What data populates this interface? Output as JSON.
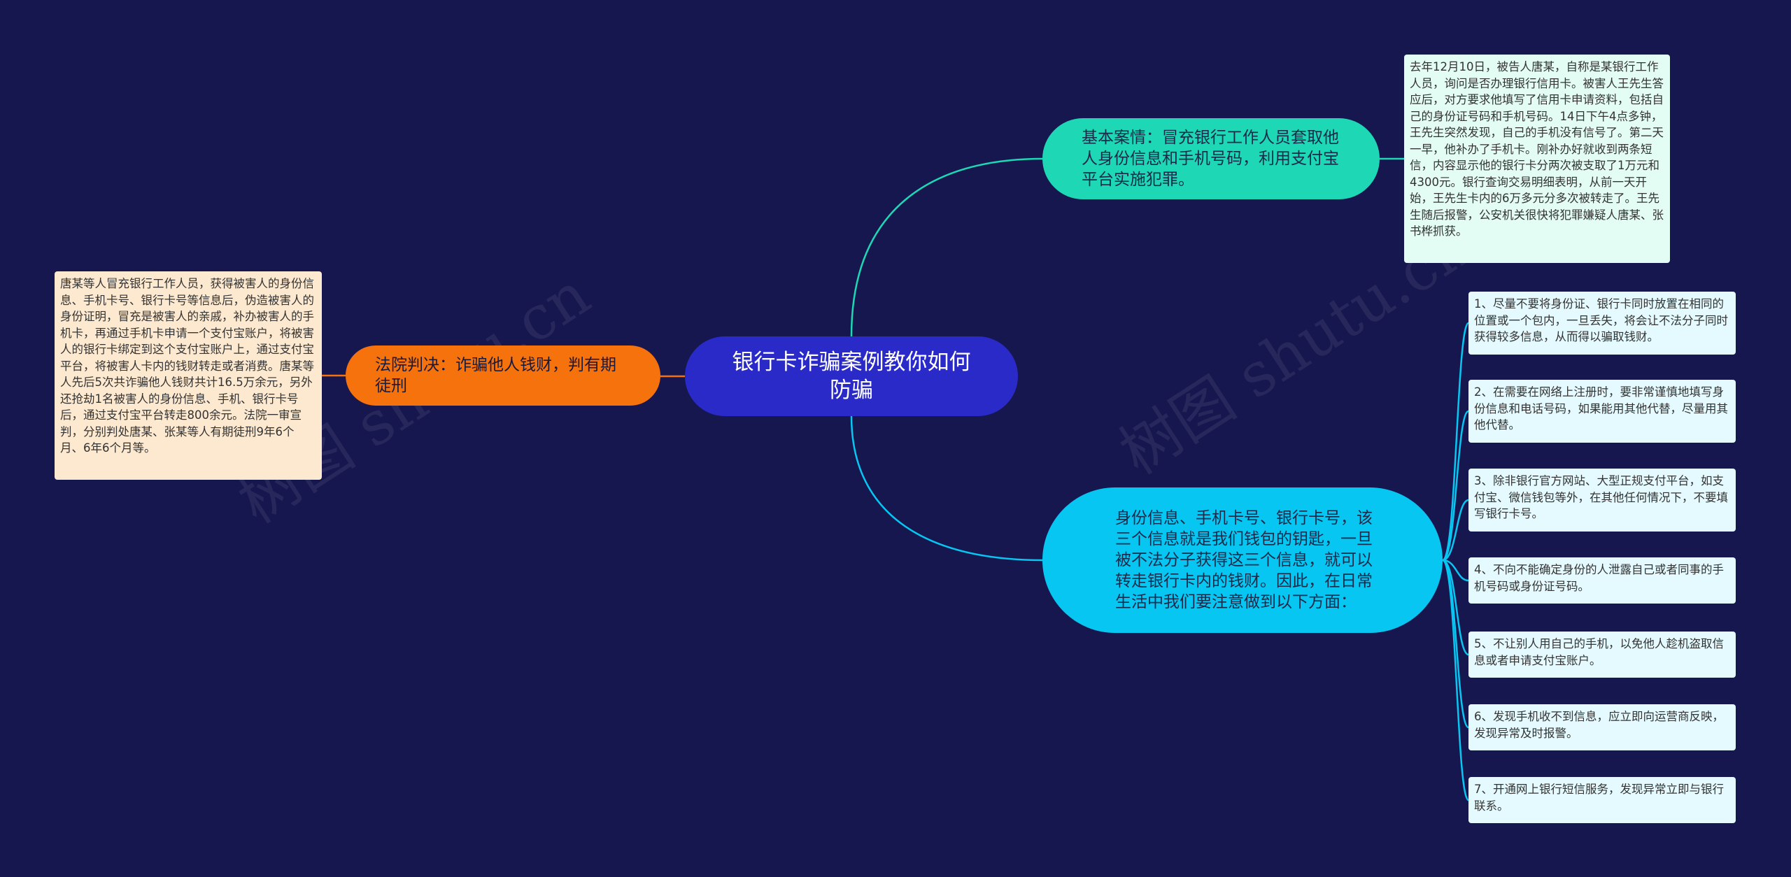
{
  "center": {
    "title": "银行卡诈骗案例教你如何防骗"
  },
  "branches": {
    "case": {
      "label": "基本案情：冒充银行工作人员套取他人身份信息和手机号码，利用支付宝平台实施犯罪。",
      "detail": "去年12月10日，被告人唐某，自称是某银行工作人员，询问是否办理银行信用卡。被害人王先生答应后，对方要求他填写了信用卡申请资料，包括自己的身份证号码和手机号码。14日下午4点多钟，王先生突然发现，自己的手机没有信号了。第二天一早，他补办了手机卡。刚补办好就收到两条短信，内容显示他的银行卡分两次被支取了1万元和4300元。银行查询交易明细表明，从前一天开始，王先生卡内的6万多元分多次被转走了。王先生随后报警，公安机关很快将犯罪嫌疑人唐某、张书桦抓获。"
    },
    "court": {
      "label": "法院判决：诈骗他人钱财，判有期徒刑",
      "detail": "唐某等人冒充银行工作人员，获得被害人的身份信息、手机卡号、银行卡号等信息后，伪造被害人的身份证明，冒充是被害人的亲戚，补办被害人的手机卡，再通过手机卡申请一个支付宝账户，将被害人的银行卡绑定到这个支付宝账户上，通过支付宝平台，将被害人卡内的钱财转走或者消费。唐某等人先后5次共诈骗他人钱财共计16.5万余元，另外还抢劫1名被害人的身份信息、手机、银行卡号后，通过支付宝平台转走800余元。法院一审宣判，分别判处唐某、张某等人有期徒刑9年6个月、6年6个月等。"
    },
    "info": {
      "label": "身份信息、手机卡号、银行卡号，该三个信息就是我们钱包的钥匙，一旦被不法分子获得这三个信息，就可以转走银行卡内的钱财。因此，在日常生活中我们要注意做到以下方面：",
      "tips": [
        "1、尽量不要将身份证、银行卡同时放置在相同的位置或一个包内，一旦丢失，将会让不法分子同时获得较多信息，从而得以骗取钱财。",
        "2、在需要在网络上注册时，要非常谨慎地填写身份信息和电话号码，如果能用其他代替，尽量用其他代替。",
        "3、除非银行官方网站、大型正规支付平台，如支付宝、微信钱包等外，在其他任何情况下，不要填写银行卡号。",
        "4、不向不能确定身份的人泄露自己或者同事的手机号码或身份证号码。",
        "5、不让别人用自己的手机，以免他人趁机盗取信息或者申请支付宝账户。",
        "6、发现手机收不到信息，应立即向运营商反映，发现异常及时报警。",
        "7、开通网上银行短信服务，发现异常立即与银行联系。"
      ]
    }
  },
  "watermark": "树图 shutu.cn",
  "colors": {
    "background": "#17174f",
    "center": "#2a2ac8",
    "case": "#1dd7b5",
    "court": "#f5720d",
    "info": "#07c7f2",
    "link_case": "#1dd7b5",
    "link_court": "#f5720d",
    "link_info": "#07c7f2"
  }
}
